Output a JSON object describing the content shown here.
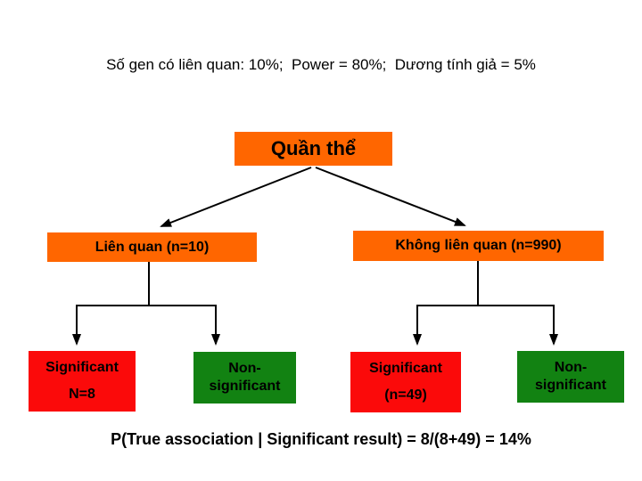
{
  "title": "Số gen có liên quan: 10%;  Power = 80%;  Dương tính giả = 5%",
  "colors": {
    "orange": "#ff6600",
    "red": "#fb0a0a",
    "green": "#128212",
    "line": "#000000"
  },
  "tree": {
    "root": {
      "label": "Quần thể"
    },
    "branches": [
      {
        "label": "Liên quan (n=10)"
      },
      {
        "label": "Không liên quan (n=990)"
      }
    ],
    "leaves": [
      {
        "line1": "Significant",
        "line2": "N=8"
      },
      {
        "line1": "Non-",
        "line2": "significant"
      },
      {
        "line1": "Significant",
        "line2": "(n=49)"
      },
      {
        "line1": "Non-",
        "line2": "significant"
      }
    ]
  },
  "footer": "P(True association | Significant result) = 8/(8+49) = 14%"
}
